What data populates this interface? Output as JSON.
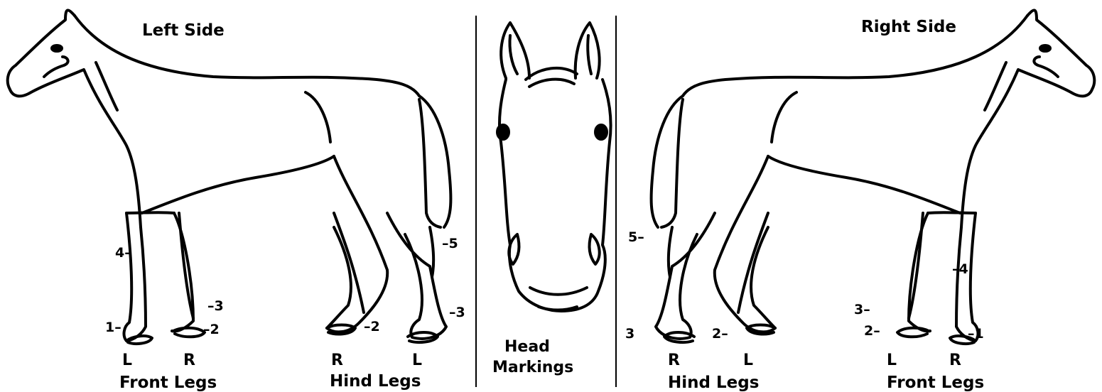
{
  "left_panel": {
    "title": "Left Side",
    "front_group_label": "Front Legs",
    "hind_group_label": "Hind Legs",
    "front_leg_letters": [
      "L",
      "R"
    ],
    "hind_leg_letters": [
      "R",
      "L"
    ],
    "markers": [
      "1–",
      "4–",
      "–3",
      "–2",
      "–2",
      "–3",
      "–5"
    ]
  },
  "center_panel": {
    "caption_line1": "Head",
    "caption_line2": "Markings"
  },
  "right_panel": {
    "title": "Right Side",
    "front_group_label": "Front Legs",
    "hind_group_label": "Hind Legs",
    "front_leg_letters": [
      "L",
      "R"
    ],
    "hind_leg_letters": [
      "R",
      "L"
    ],
    "markers": [
      "5–",
      "3",
      "2–",
      "3–",
      "2–",
      "–4",
      "–1"
    ]
  }
}
